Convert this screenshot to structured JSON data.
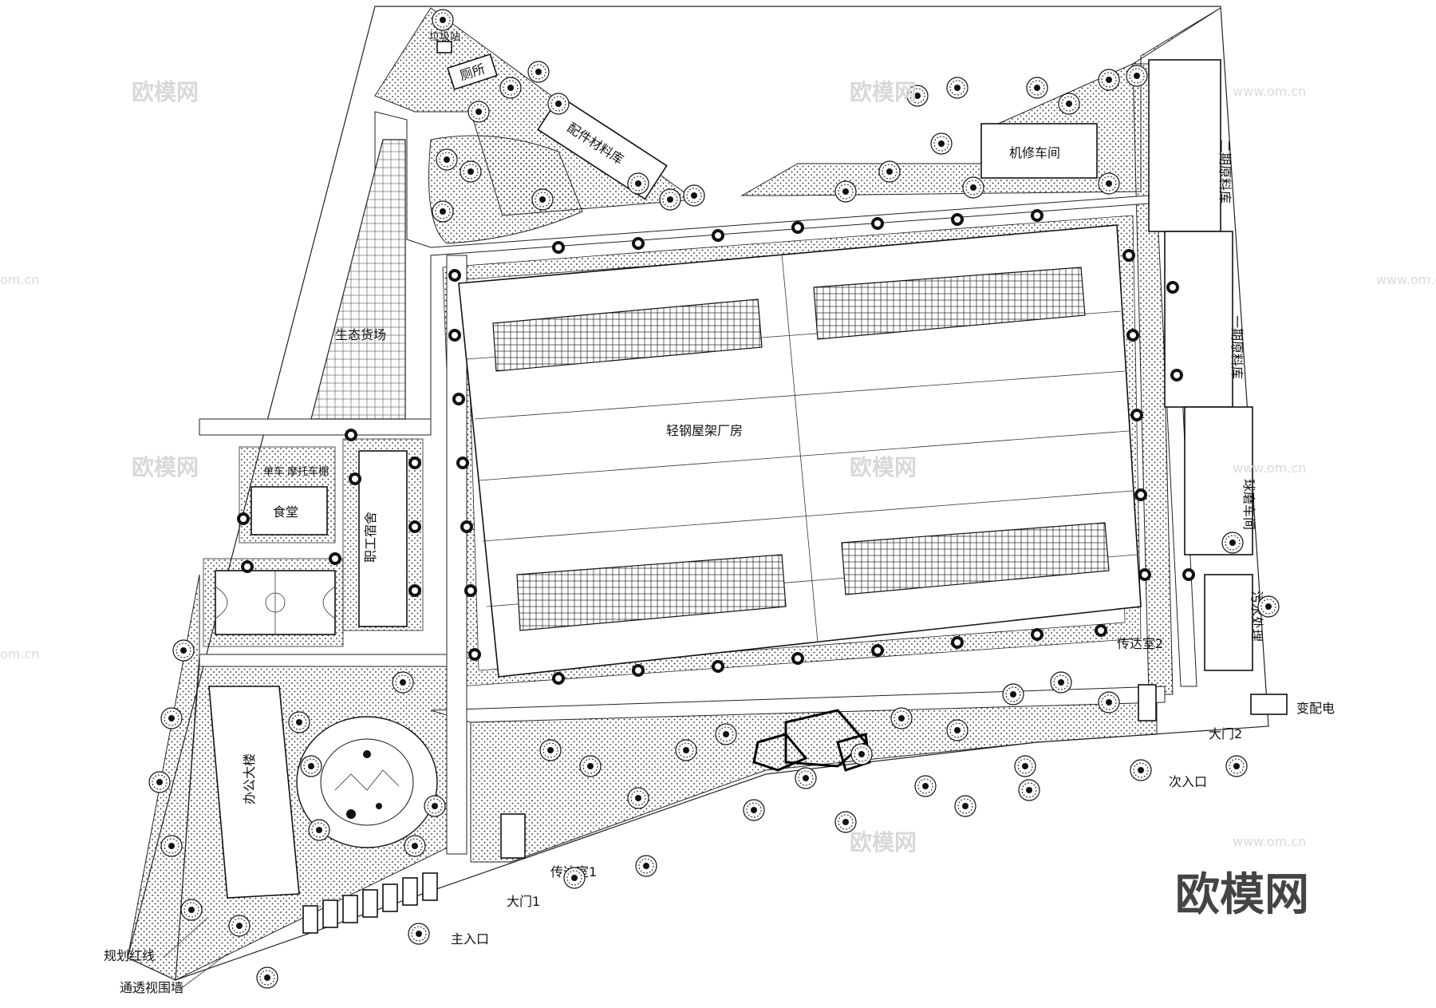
{
  "labels": {
    "garbage_station": "垃圾站",
    "toilet": "厕所",
    "parts_warehouse": "配件材料库",
    "repair_shop": "机修车间",
    "raw_store_2": "二期原料库",
    "raw_store_1": "一期原料库",
    "grinding_shop": "球磨车间",
    "sewage": "污水处理",
    "main_factory": "轻钢屋架厂房",
    "eco_yard": "生态货场",
    "bike_shed": "单车  摩托车棚",
    "canteen": "食堂",
    "dormitory": "职工宿舍",
    "office": "办公大楼",
    "guard_1": "传达室1",
    "guard_2": "传达室2",
    "gate_1": "大门1",
    "gate_2": "大门2",
    "main_entrance": "主入口",
    "secondary_entrance": "次入口",
    "substation": "变配电",
    "red_line": "规划红线",
    "fence": "通透视围墙"
  },
  "watermark": {
    "text": "欧模网",
    "url": "www.om.cn",
    "url_short": "om.cn",
    "brand": "欧模网"
  },
  "colors": {
    "line": "#111111",
    "watermark": "#d8d8d8",
    "brand": "#444444"
  }
}
